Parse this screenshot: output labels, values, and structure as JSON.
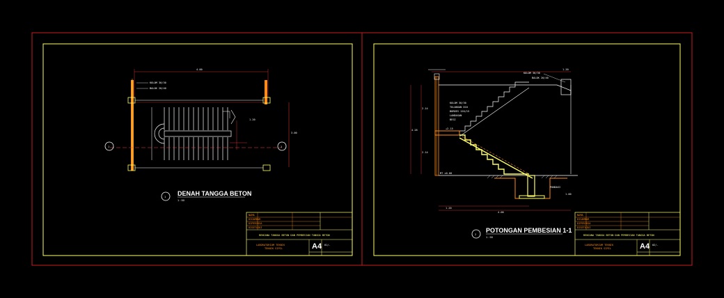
{
  "colors": {
    "background": "#000000",
    "sheet_border": "#c81e1e",
    "frame": "#ffff66",
    "wall": "#ff8c1a",
    "dimension": "#c83232",
    "text": "#ffffff"
  },
  "sheet1": {
    "view_title": "DENAH TANGGA BETON",
    "view_scale": "1 : 50",
    "view_number": "1",
    "section_marker_left": "1",
    "section_marker_right": "1",
    "dim_top": "4.00",
    "dim_right": "3.00",
    "dim_inner": "1.20",
    "notes": [
      "KOLOM 30/30",
      "BALOK 20/40"
    ],
    "block_title": "RENCANA TANGGA BETON DAN PEMBESIAN TANGGA BETON",
    "block_unit": "LABORATORIUM TEKNIK",
    "block_faculty": "TEKNIK SIPIL",
    "block_sheet": "A4",
    "block_sheet_no": "01/-"
  },
  "sheet2": {
    "view_title": "POTONGAN PEMBESIAN 1-1",
    "view_scale": "1 : 50",
    "view_number": "2",
    "dim_top": "1.20",
    "dim_left_upper": "2.14",
    "dim_left_total": "4.28",
    "dim_left_lower": "2.14",
    "dim_bottom_left": "1.20",
    "dim_bottom_total": "4.00",
    "dim_bottom_right": "1.00",
    "notes_top": [
      "KOLOM 30/30",
      "BALOK 20/40"
    ],
    "notes_left": [
      "KOLOM 30/30",
      "TULANGAN D10",
      "BORDES 120/15",
      "LANDASAN",
      "BESI"
    ],
    "label_floor": "+2.15",
    "label_ground": "MT ±0.00",
    "label_footing": "PONDASI",
    "block_title": "RENCANA TANGGA BETON DAN PEMBESIAN TANGGA BETON",
    "block_unit": "LABORATORIUM TEKNIK",
    "block_faculty": "TEKNIK SIPIL",
    "block_sheet": "A4",
    "block_sheet_no": "02/-"
  }
}
